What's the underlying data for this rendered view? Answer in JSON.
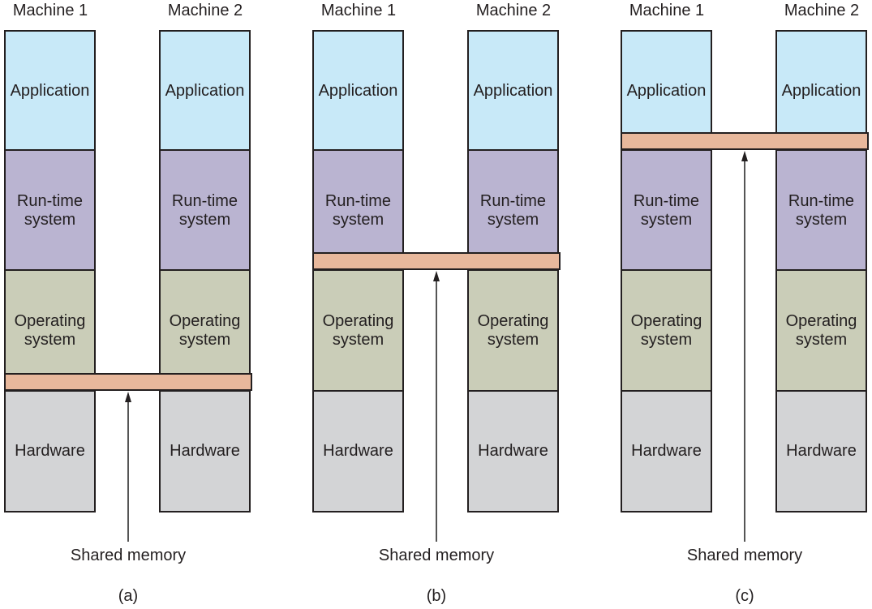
{
  "machines": [
    "Machine 1",
    "Machine 2"
  ],
  "layers": [
    "Application",
    "Run-time\nsystem",
    "Operating\nsystem",
    "Hardware"
  ],
  "shared_memory_label": "Shared memory",
  "panels": [
    {
      "caption": "(a)",
      "shared_memory_between": "Operating system and Hardware"
    },
    {
      "caption": "(b)",
      "shared_memory_between": "Run-time system and Operating system"
    },
    {
      "caption": "(c)",
      "shared_memory_between": "Application and Run-time system"
    }
  ],
  "colors": {
    "application": "#c8e9f8",
    "runtime": "#bab4d1",
    "os": "#cacdb8",
    "hardware": "#d3d4d6",
    "shared_memory": "#e8b89c"
  }
}
